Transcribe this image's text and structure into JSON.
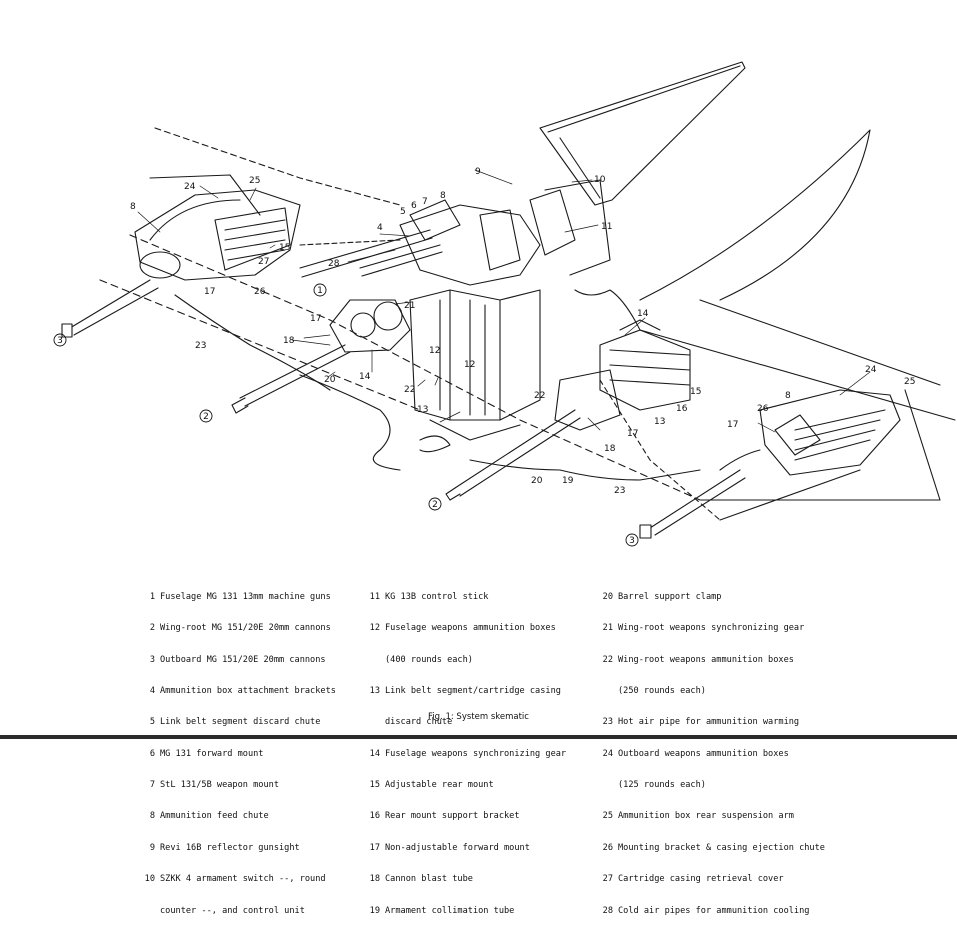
{
  "figure": {
    "caption": "Fig. 1: System skematic",
    "callouts": {
      "c1": "1",
      "c2": "2",
      "c3": "3",
      "c4": "4",
      "c5": "5",
      "c6": "6",
      "c7": "7",
      "c8": "8",
      "c9": "9",
      "c10": "10",
      "c11": "11",
      "c12": "12",
      "c13": "13",
      "c14": "14",
      "c15": "15",
      "c16": "16",
      "c17": "17",
      "c18": "18",
      "c19": "19",
      "c20": "20",
      "c21": "21",
      "c22": "22",
      "c23": "23",
      "c24": "24",
      "c25": "25",
      "c26": "26",
      "c27": "27",
      "c28": "28"
    },
    "circled": {
      "one": "1",
      "two": "2",
      "three": "3"
    }
  },
  "legend": {
    "col1": [
      {
        "num": "1",
        "text": "Fuselage MG 131 13mm machine guns"
      },
      {
        "num": "2",
        "text": "Wing-root MG 151/20E 20mm cannons"
      },
      {
        "num": "3",
        "text": "Outboard MG 151/20E 20mm cannons"
      },
      {
        "num": "4",
        "text": "Ammunition box attachment brackets"
      },
      {
        "num": "5",
        "text": "Link belt segment discard chute"
      },
      {
        "num": "6",
        "text": "MG 131 forward mount"
      },
      {
        "num": "7",
        "text": "StL 131/5B weapon mount"
      },
      {
        "num": "8",
        "text": "Ammunition feed chute"
      },
      {
        "num": "9",
        "text": "Revi 16B reflector gunsight"
      },
      {
        "num": "10",
        "text": "SZKK 4 armament switch --, round"
      },
      {
        "num": "",
        "text": "counter --, and control unit"
      }
    ],
    "col2": [
      {
        "num": "11",
        "text": "KG 13B control stick"
      },
      {
        "num": "12",
        "text": "Fuselage weapons ammunition boxes"
      },
      {
        "num": "",
        "text": "(400 rounds each)"
      },
      {
        "num": "13",
        "text": "Link belt segment/cartridge casing"
      },
      {
        "num": "",
        "text": "discard chute"
      },
      {
        "num": "14",
        "text": "Fuselage weapons synchronizing gear"
      },
      {
        "num": "15",
        "text": "Adjustable rear mount"
      },
      {
        "num": "16",
        "text": "Rear mount support bracket"
      },
      {
        "num": "17",
        "text": "Non-adjustable forward mount"
      },
      {
        "num": "18",
        "text": "Cannon blast tube"
      },
      {
        "num": "19",
        "text": "Armament collimation tube"
      }
    ],
    "col3": [
      {
        "num": "20",
        "text": "Barrel support clamp"
      },
      {
        "num": "21",
        "text": "Wing-root weapons synchronizing gear"
      },
      {
        "num": "22",
        "text": "Wing-root weapons ammunition boxes"
      },
      {
        "num": "",
        "text": "(250 rounds each)"
      },
      {
        "num": "23",
        "text": "Hot air pipe for ammunition warming"
      },
      {
        "num": "24",
        "text": "Outboard weapons ammunition boxes"
      },
      {
        "num": "",
        "text": "(125 rounds each)"
      },
      {
        "num": "25",
        "text": "Ammunition box rear suspension arm"
      },
      {
        "num": "26",
        "text": "Mounting bracket & casing ejection chute"
      },
      {
        "num": "27",
        "text": "Cartridge casing retrieval cover"
      },
      {
        "num": "28",
        "text": "Cold air pipes for ammunition cooling"
      }
    ]
  }
}
